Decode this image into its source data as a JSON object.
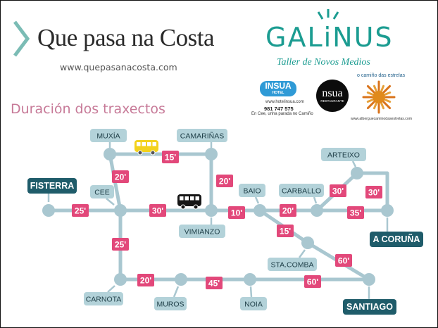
{
  "header": {
    "logo_main": "Que pasa na Costa",
    "logo_url": "www.quepasanacosta.com",
    "brand": "GALiNUS",
    "brand_subtitle": "Taller de Novos Medios"
  },
  "sponsors": {
    "insua_logo": "INSUA",
    "insua_logo_sub": "HOTEL",
    "insua_url": "www.hotelinsua.com",
    "insua_phone": "981 747 575",
    "insua_tagline": "En Cee, unha parada no Camiño",
    "nsua_logo": "nsua",
    "nsua_sub": "RESTAURANTE",
    "estrelas_name": "o camiño das estrelas",
    "estrelas_url": "www.alberguecaminodasestrelas.com"
  },
  "diagram": {
    "title": "Duración dos traxectos",
    "colors": {
      "line": "#a9c7d0",
      "node": "#a9c7d0",
      "label_light": "#b3d2d9",
      "label_dark": "#1f5c6a",
      "duration": "#e2487a"
    },
    "places": [
      {
        "id": "fisterra",
        "name": "FISTERRA",
        "style": "dark"
      },
      {
        "id": "muxia",
        "name": "MUXÍA",
        "style": "light"
      },
      {
        "id": "camarinas",
        "name": "CAMARIÑAS",
        "style": "light"
      },
      {
        "id": "cee",
        "name": "CEE",
        "style": "light"
      },
      {
        "id": "vimianzo",
        "name": "VIMIANZO",
        "style": "light"
      },
      {
        "id": "baio",
        "name": "BAIO",
        "style": "light"
      },
      {
        "id": "carballo",
        "name": "CARBALLO",
        "style": "light"
      },
      {
        "id": "arteixo",
        "name": "ARTEIXO",
        "style": "light"
      },
      {
        "id": "coruna",
        "name": "A CORUÑA",
        "style": "dark"
      },
      {
        "id": "stacomba",
        "name": "STA.COMBA",
        "style": "light"
      },
      {
        "id": "santiago",
        "name": "SANTIAGO",
        "style": "dark"
      },
      {
        "id": "carnota",
        "name": "CARNOTA",
        "style": "light"
      },
      {
        "id": "muros",
        "name": "MUROS",
        "style": "light"
      },
      {
        "id": "noia",
        "name": "NOIA",
        "style": "light"
      }
    ],
    "routes": [
      {
        "from": "fisterra",
        "to": "cee",
        "duration": "25'"
      },
      {
        "from": "muxia",
        "to": "camarinas",
        "duration": "15'"
      },
      {
        "from": "muxia",
        "to": "cee",
        "duration": "20'"
      },
      {
        "from": "camarinas",
        "to": "vimianzo",
        "duration": "20'"
      },
      {
        "from": "cee",
        "to": "vimianzo",
        "duration": "30'"
      },
      {
        "from": "vimianzo",
        "to": "baio",
        "duration": "10'"
      },
      {
        "from": "baio",
        "to": "carballo",
        "duration": "20'"
      },
      {
        "from": "carballo",
        "to": "arteixo",
        "duration": "30'"
      },
      {
        "from": "arteixo",
        "to": "coruna",
        "duration": "30'"
      },
      {
        "from": "carballo",
        "to": "coruna",
        "duration": "35'"
      },
      {
        "from": "baio",
        "to": "stacomba",
        "duration": "15'"
      },
      {
        "from": "stacomba",
        "to": "santiago",
        "duration": "60'"
      },
      {
        "from": "cee",
        "to": "carnota",
        "duration": "25'"
      },
      {
        "from": "carnota",
        "to": "muros",
        "duration": "20'"
      },
      {
        "from": "muros",
        "to": "noia",
        "duration": "45'"
      },
      {
        "from": "noia",
        "to": "santiago",
        "duration": "60'"
      }
    ],
    "vehicles": [
      {
        "name": "yellow-bus-icon",
        "color": "#f3d21c"
      },
      {
        "name": "black-bus-icon",
        "color": "#161616"
      }
    ]
  }
}
